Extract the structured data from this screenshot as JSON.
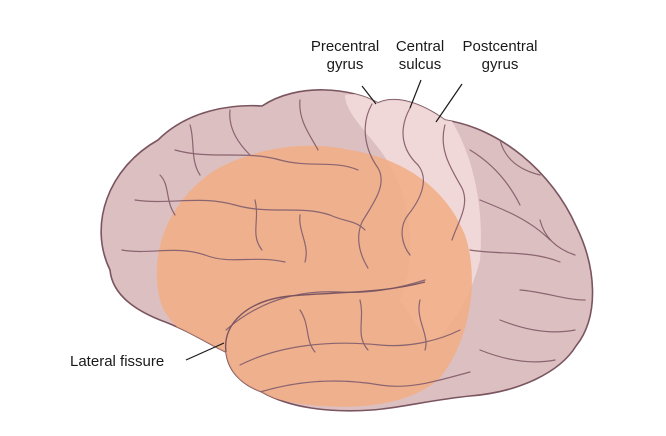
{
  "labels": {
    "precentral_gyrus": [
      "Precentral",
      "gyrus"
    ],
    "central_sulcus": [
      "Central",
      "sulcus"
    ],
    "postcentral_gyrus": [
      "Postcentral",
      "gyrus"
    ],
    "lateral_fissure": "Lateral fissure"
  },
  "colors": {
    "brain_fill": "#dcbfc0",
    "brain_outline": "#7a5560",
    "sulci": "#8a6470",
    "highlight_region": "#f2ad84",
    "pale_strip": "#f4dcdc",
    "leader_line": "#1a1a1a"
  }
}
